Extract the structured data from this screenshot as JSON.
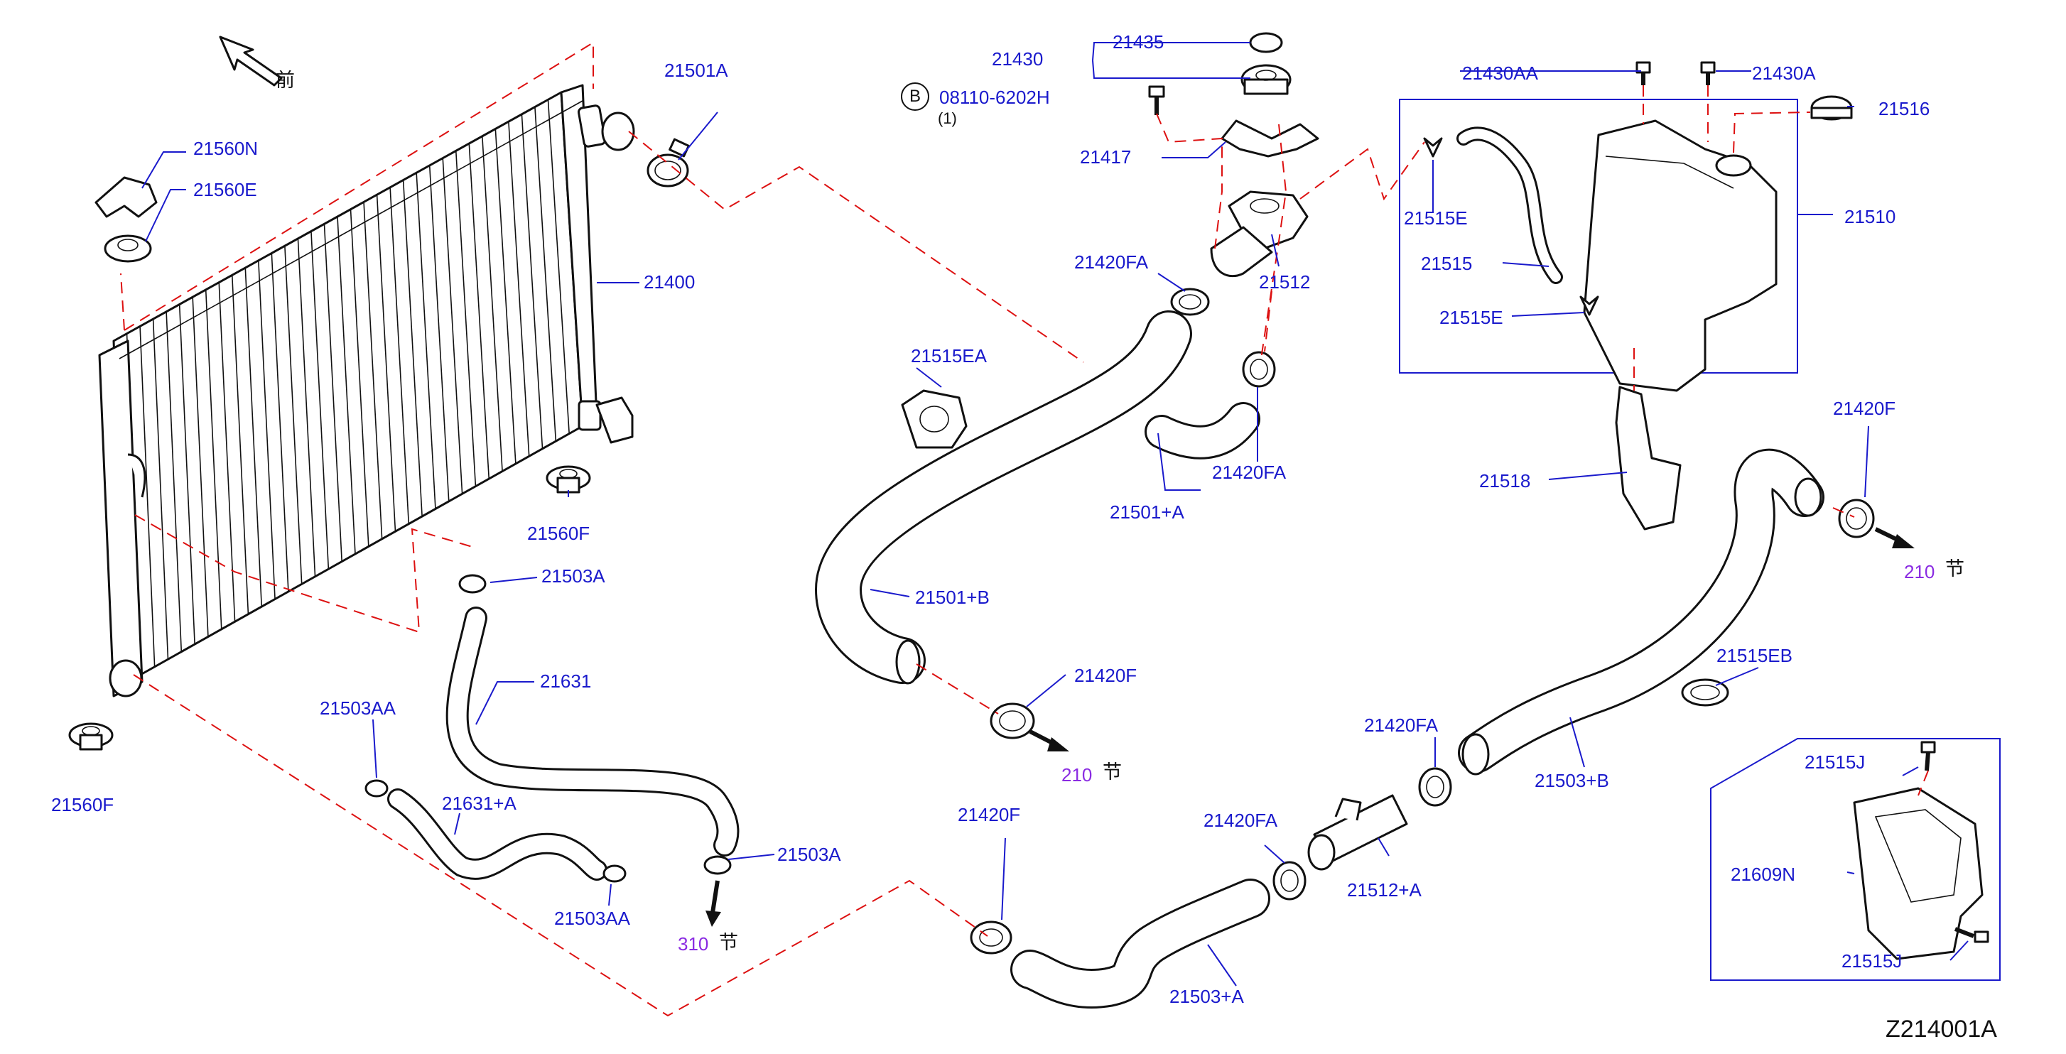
{
  "diagram": {
    "code": "Z214001A",
    "front_mark": "前",
    "section_mark": "节",
    "bolt_ref": {
      "symbol": "B",
      "part": "08110-6202H",
      "qty": "(1)"
    }
  },
  "labels": {
    "p21501A": "21501A",
    "p21560N": "21560N",
    "p21560E": "21560E",
    "p21400": "21400",
    "p21560F_top": "21560F",
    "p21560F_bottom": "21560F",
    "p21503A_top": "21503A",
    "p21503A_bottom": "21503A",
    "p21631": "21631",
    "p21503AA_top": "21503AA",
    "p21503AA_bottom": "21503AA",
    "p21631A": "21631+A",
    "p21430": "21430",
    "p21435": "21435",
    "p21417": "21417",
    "p21512": "21512",
    "p21420FA_1": "21420FA",
    "p21420FA_2": "21420FA",
    "p21420FA_3": "21420FA",
    "p21420FA_4": "21420FA",
    "p21515EA": "21515EA",
    "p21501PA": "21501+A",
    "p21501PB": "21501+B",
    "p21420F_1": "21420F",
    "p21420F_2": "21420F",
    "p21420F_3": "21420F",
    "p21430AA": "21430AA",
    "p21430A": "21430A",
    "p21516": "21516",
    "p21510": "21510",
    "p21515E_1": "21515E",
    "p21515E_2": "21515E",
    "p21515": "21515",
    "p21518": "21518",
    "p21515EB": "21515EB",
    "p21503PB": "21503+B",
    "p21512PA": "21512+A",
    "p21503PA": "21503+A",
    "p21515J_1": "21515J",
    "p21515J_2": "21515J",
    "p21609N": "21609N"
  },
  "section_refs": {
    "ref_310": "310",
    "ref_210_center": "210",
    "ref_210_right": "210"
  }
}
